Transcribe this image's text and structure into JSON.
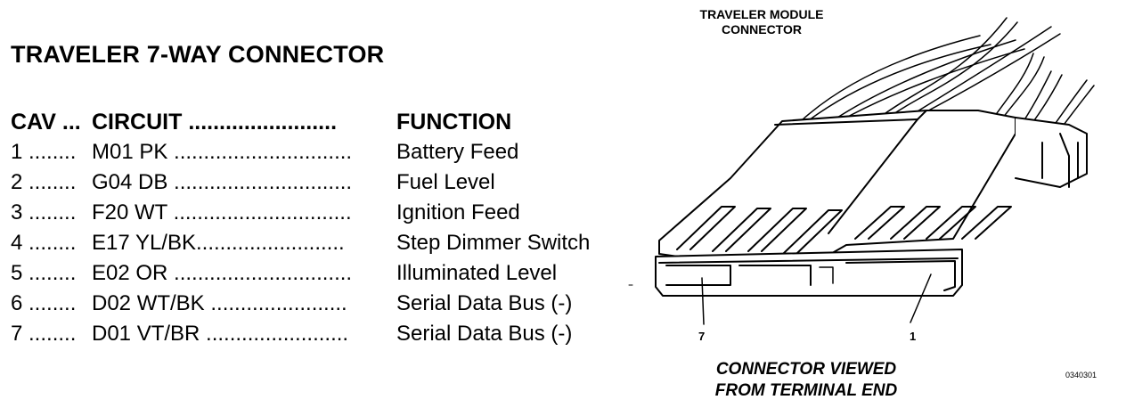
{
  "title": "TRAVELER 7-WAY CONNECTOR",
  "table": {
    "headers": {
      "cav": "CAV ...",
      "circuit": "CIRCUIT ........................",
      "function": "FUNCTION"
    },
    "rows": [
      {
        "cav": "1 ........",
        "circuit": "M01 PK ..............................",
        "function": "Battery Feed"
      },
      {
        "cav": "2 ........",
        "circuit": "G04 DB ..............................",
        "function": "Fuel Level"
      },
      {
        "cav": "3 ........",
        "circuit": "F20 WT ..............................",
        "function": "Ignition Feed"
      },
      {
        "cav": "4 ........",
        "circuit": "E17 YL/BK.........................",
        "function": "Step Dimmer Switch"
      },
      {
        "cav": "5 ........",
        "circuit": "E02 OR ..............................",
        "function": "Illuminated Level"
      },
      {
        "cav": "6 ........",
        "circuit": "D02 WT/BK .......................",
        "function": "Serial Data Bus (-)"
      },
      {
        "cav": "7 ........",
        "circuit": "D01 VT/BR ........................",
        "function": "Serial Data Bus (-)"
      }
    ]
  },
  "diagram": {
    "module_label_line1": "TRAVELER MODULE",
    "module_label_line2": "CONNECTOR",
    "pin_left": "7",
    "pin_right": "1",
    "view_label_line1": "CONNECTOR VIEWED",
    "view_label_line2": "FROM TERMINAL END",
    "code": "0340301"
  }
}
